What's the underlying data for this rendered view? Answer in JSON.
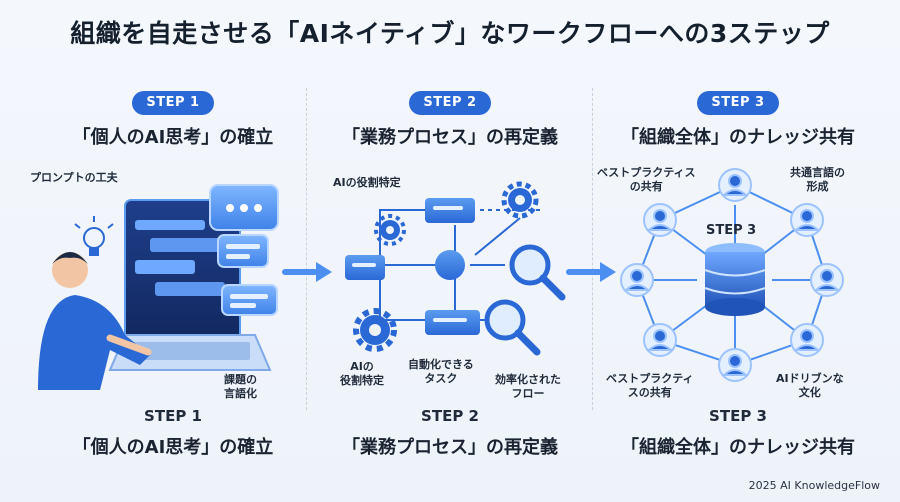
{
  "title": "組織を自走させる「AIネイティブ」なワークフローへの3ステップ",
  "steps": [
    {
      "badge": "STEP 1",
      "heading": "「個人のAI思考」の確立",
      "footer_label": "STEP 1",
      "footer_title": "「個人のAI思考」の確立",
      "labels": {
        "prompt": "プロンプトの工夫",
        "task": "課題の\n言語化"
      }
    },
    {
      "badge": "STEP 2",
      "heading": "「業務プロセス」の再定義",
      "footer_label": "STEP 2",
      "footer_title": "「業務プロセス」の再定義",
      "labels": {
        "role_top": "AIの役割特定",
        "role_bottom": "AIの\n役割特定",
        "auto": "自動化できる\nタスク",
        "flow": "効率化された\nフロー"
      }
    },
    {
      "badge": "STEP 3",
      "heading": "「組織全体」のナレッジ共有",
      "footer_label": "STEP 3",
      "footer_title": "「組織全体」のナレッジ共有",
      "labels": {
        "best_top": "ベストプラクティス\nの共有",
        "lang": "共通言語の\n形成",
        "best_bottom": "ベストプラクティ\nスの共有",
        "ai_culture": "AIドリブンな\n文化"
      },
      "center_label": "STEP 3"
    }
  ],
  "footer": "2025 AI KnowledgeFlow",
  "colors": {
    "accent": "#2a68d6",
    "light": "#5b9cf0",
    "dark": "#1d3f86",
    "glow": "#7fb6ff"
  }
}
